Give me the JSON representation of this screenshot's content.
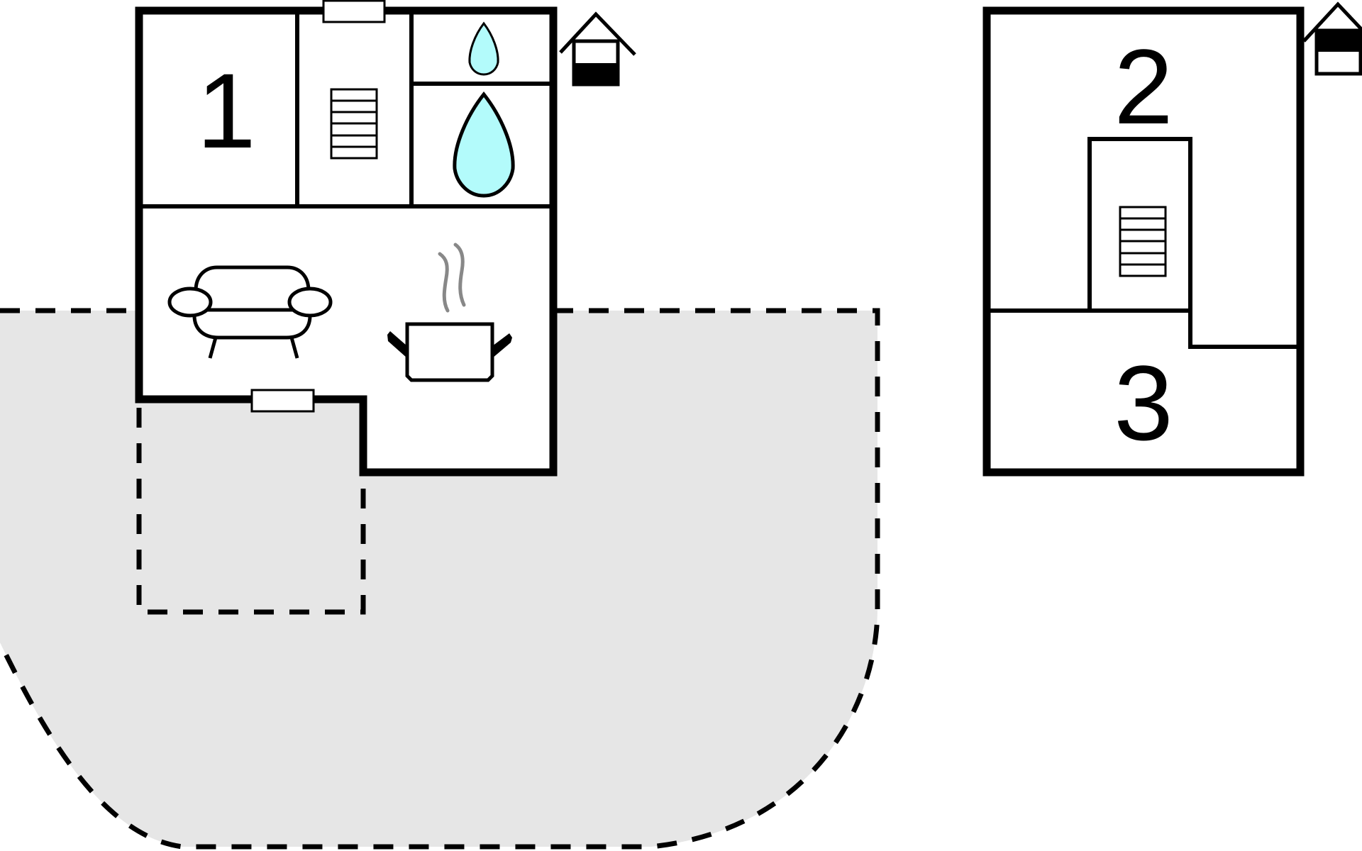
{
  "floorplan": {
    "rooms": [
      {
        "label": "1",
        "description": "bedroom"
      },
      {
        "label": "2",
        "description": "bedroom"
      },
      {
        "label": "3",
        "description": "bedroom"
      }
    ],
    "floors": [
      {
        "name": "ground-floor",
        "indicator_icon": "house-ground-floor-icon"
      },
      {
        "name": "upper-floor",
        "indicator_icon": "house-upper-floor-icon"
      }
    ],
    "icons": [
      "stairs-icon",
      "shower-drop-icon",
      "toilet-drop-icon",
      "sofa-icon",
      "cooking-pot-icon",
      "window-icon"
    ],
    "colors": {
      "wall": "#000000",
      "terrace_fill": "#e6e6e6",
      "water": "#b3fbfb",
      "steam": "#888888"
    }
  }
}
